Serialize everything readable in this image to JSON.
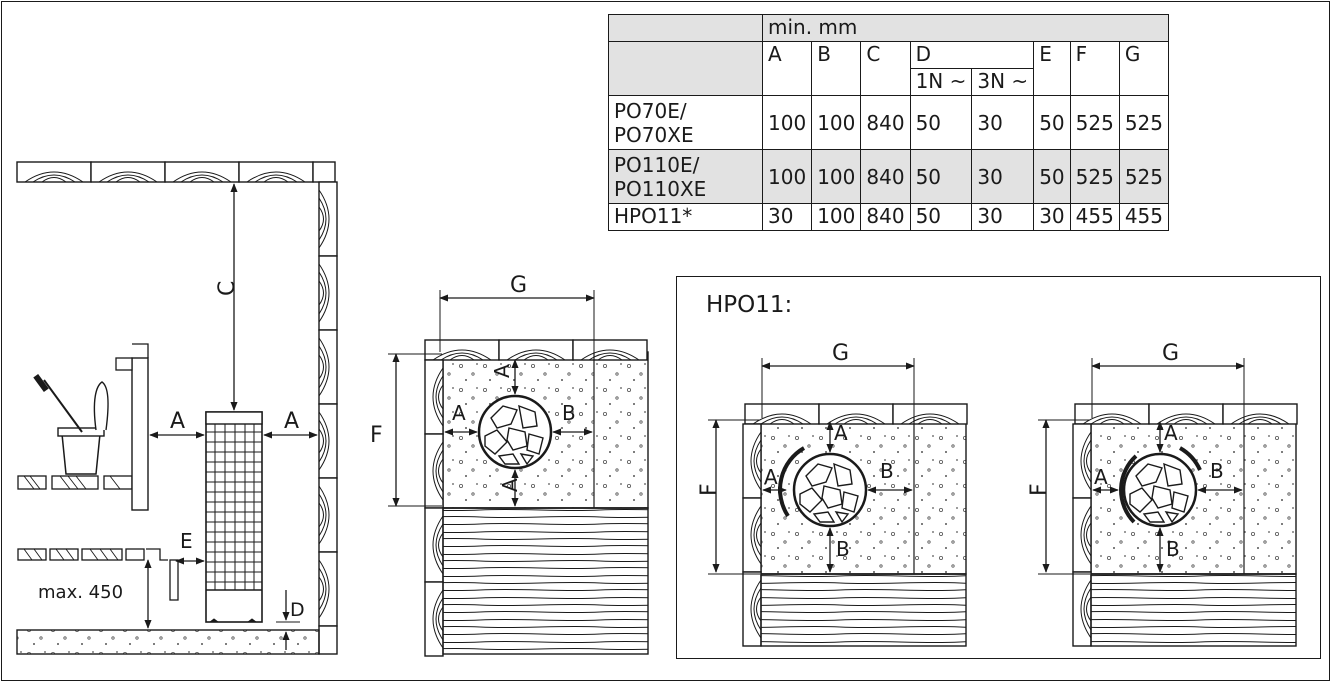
{
  "table": {
    "header_unit": "min. mm",
    "columns": [
      "A",
      "B",
      "C",
      "D",
      "E",
      "F",
      "G"
    ],
    "d_sub": [
      "1N ~",
      "3N ~"
    ],
    "rows": [
      {
        "model": [
          "PO70E/",
          "PO70XE"
        ],
        "values": [
          "100",
          "100",
          "840",
          "50",
          "30",
          "50",
          "525",
          "525"
        ],
        "shaded": false
      },
      {
        "model": [
          "PO110E/",
          "PO110XE"
        ],
        "values": [
          "100",
          "100",
          "840",
          "50",
          "30",
          "50",
          "525",
          "525"
        ],
        "shaded": true
      },
      {
        "model": [
          "HPO11*"
        ],
        "values": [
          "30",
          "100",
          "840",
          "50",
          "30",
          "30",
          "455",
          "455"
        ],
        "shaded": false
      }
    ]
  },
  "side_view": {
    "label_c": "C",
    "label_a_left": "A",
    "label_a_right": "A",
    "label_e": "E",
    "label_d": "D",
    "label_max": "max. 450"
  },
  "top_view": {
    "label_g": "G",
    "label_f": "F",
    "label_a_top": "A",
    "label_a_left": "A",
    "label_a_bottom": "A",
    "label_b": "B"
  },
  "hpo": {
    "title": "HPO11:",
    "view1": {
      "label_g": "G",
      "label_f": "F",
      "label_a_top": "A",
      "label_a_left": "A",
      "label_b_right": "B",
      "label_b_bottom": "B"
    },
    "view2": {
      "label_g": "G",
      "label_f": "F",
      "label_a_top": "A",
      "label_a_left": "A",
      "label_b_right": "B",
      "label_b_bottom": "B"
    }
  }
}
